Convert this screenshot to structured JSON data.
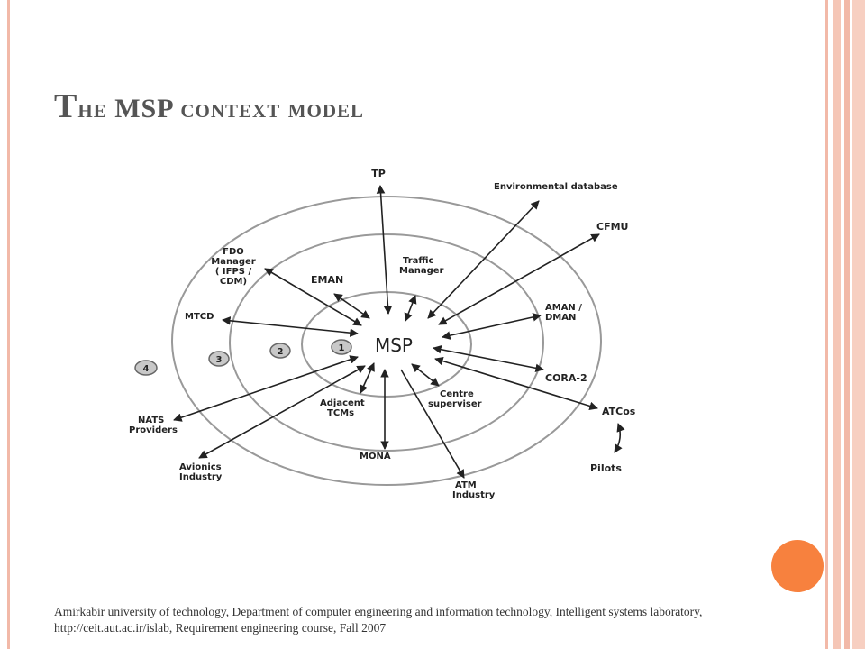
{
  "slide": {
    "title_first": "T",
    "title_rest": "he MSP context model",
    "footer": "Amirkabir university of technology, Department of computer engineering and information technology, Intelligent systems laboratory, http://ceit.aut.ac.ir/islab, Requirement engineering course, Fall 2007"
  },
  "diagram": {
    "center": "MSP",
    "rings": [
      "1",
      "2",
      "3",
      "4"
    ],
    "labels": {
      "tp": "TP",
      "env_db": "Environmental database",
      "cfmu": "CFMU",
      "fdo_1": "FDO",
      "fdo_2": "Manager",
      "fdo_3": "( IFPS /",
      "fdo_4": "CDM)",
      "eman": "EMAN",
      "traffic_1": "Traffic",
      "traffic_2": "Manager",
      "mtcd": "MTCD",
      "aman_1": "AMAN /",
      "aman_2": "DMAN",
      "cora": "CORA-2",
      "adjacent_1": "Adjacent",
      "adjacent_2": "TCMs",
      "centre_1": "Centre",
      "centre_2": "superviser",
      "atcos": "ATCos",
      "nats_1": "NATS",
      "nats_2": "Providers",
      "pilots": "Pilots",
      "avionics_1": "Avionics",
      "avionics_2": "Industry",
      "mona": "MONA",
      "atm_1": "ATM",
      "atm_2": "Industry"
    }
  }
}
